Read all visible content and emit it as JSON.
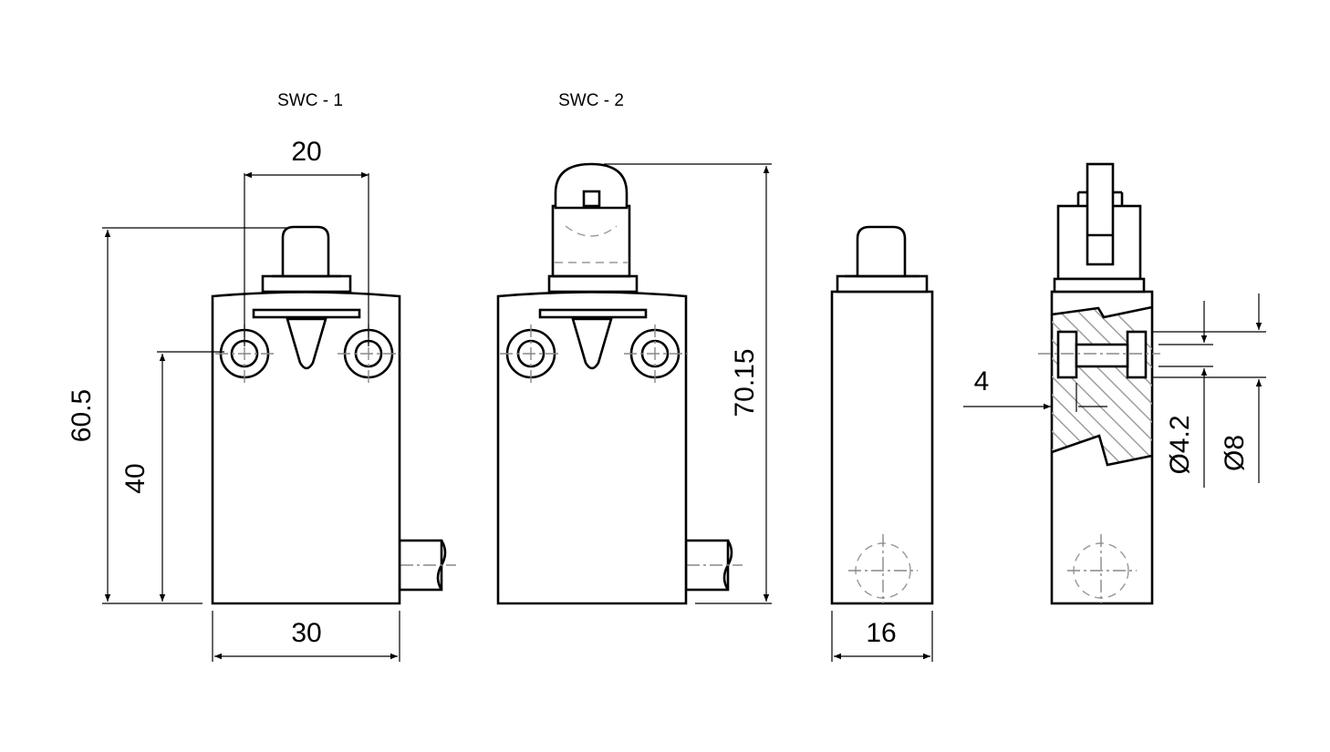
{
  "views": [
    {
      "title": "SWC - 1"
    },
    {
      "title": "SWC - 2"
    }
  ],
  "dimensions": {
    "head_hole_spacing": "20",
    "overall_height_swc1": "60.5",
    "hole_height": "40",
    "body_width": "30",
    "overall_height_swc2": "70.15",
    "body_depth": "16",
    "side_offset": "4",
    "inner_diameter": "Ø4.2",
    "outer_diameter": "Ø8"
  }
}
